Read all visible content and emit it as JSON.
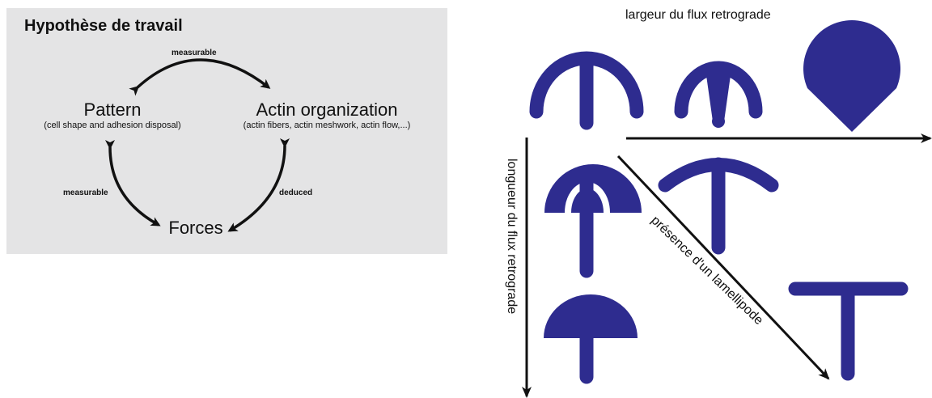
{
  "left_panel": {
    "title": "Hypothèse de travail",
    "nodes": {
      "pattern": {
        "label": "Pattern",
        "subtitle": "(cell shape and adhesion disposal)"
      },
      "actin": {
        "label": "Actin organization",
        "subtitle": "(actin fibers, actin meshwork, actin flow,...)"
      },
      "forces": {
        "label": "Forces"
      }
    },
    "edges": {
      "top": "measurable",
      "left": "measurable",
      "right": "deduced"
    }
  },
  "right_diagram": {
    "axis_horizontal": "largeur du flux retrograde",
    "axis_vertical": "longueur du flux retrograde",
    "axis_diagonal": "présence d'un lamellipode",
    "shape_color": "#2e2c8f"
  }
}
